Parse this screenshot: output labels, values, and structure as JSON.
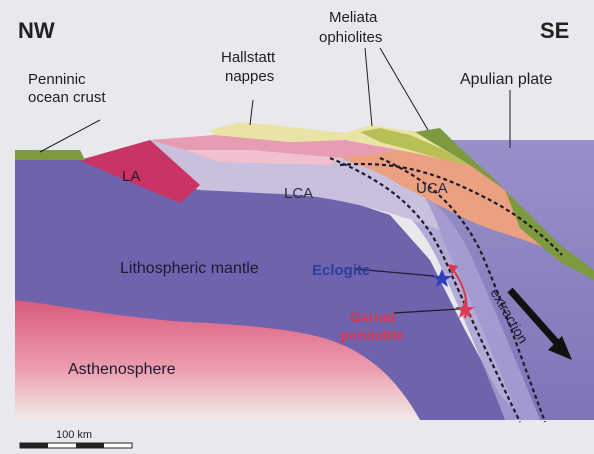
{
  "orientation": {
    "left": "NW",
    "right": "SE"
  },
  "labels": {
    "penninic": [
      "Penninic",
      "ocean crust"
    ],
    "hallstatt": [
      "Hallstatt",
      "nappes"
    ],
    "meliata": [
      "Meliata",
      "ophiolites"
    ],
    "apulian": "Apulian plate",
    "la": "LA",
    "lca": "LCA",
    "uca": "UCA",
    "lithospheric_mantle": "Lithospheric mantle",
    "asthenosphere": "Asthenosphere",
    "eclogite": "Eclogite",
    "garnet_peridotite": [
      "Garnet",
      "peridotite"
    ],
    "extraction": "extraction"
  },
  "scale_bar": {
    "label": "100 km"
  },
  "colors": {
    "background": "#e9e8ec",
    "lithospheric_mantle": "#6f63ad",
    "asthenosphere_top": "#d95a7c",
    "asthenosphere_bottom": "#f1ece8",
    "apulian_mantle": "#8a7fbe",
    "la": "#c93465",
    "lca": "#c9c0de",
    "uca": "#eba082",
    "hallstatt": "#e79cb4",
    "meliata": "#b8bf55",
    "ocean_crust": "#7d9a3f",
    "eclogite_star": "#2f3fb8",
    "eclogite_text": "#2b3e9a",
    "peridotite_star": "#e03a5a",
    "peridotite_text": "#d6384f"
  },
  "icons": {
    "eclogite_marker": "star",
    "peridotite_marker": "star",
    "extraction_arrow": "arrow-down-right"
  }
}
